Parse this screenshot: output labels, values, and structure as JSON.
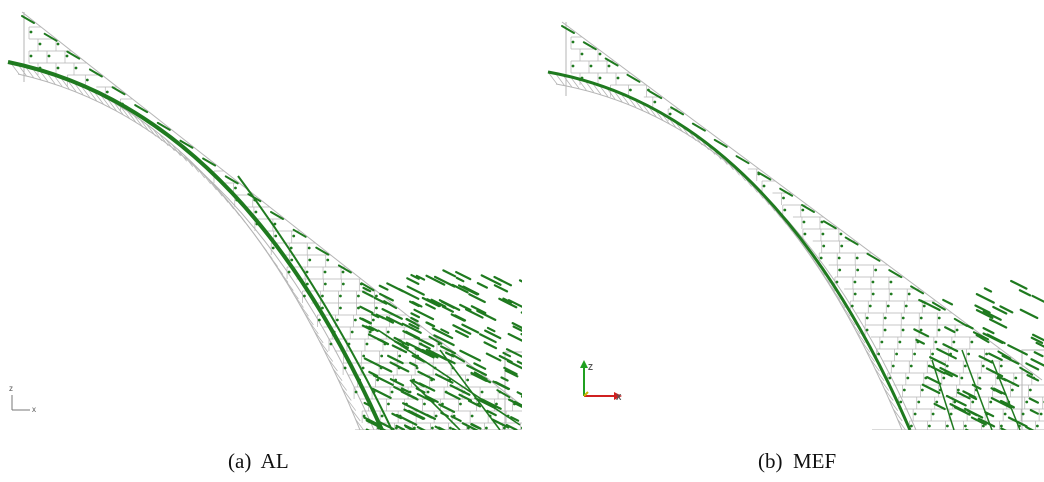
{
  "panels": [
    {
      "id": "a",
      "caption": "(a)  AL"
    },
    {
      "id": "b",
      "caption": "(b)  MEF"
    }
  ],
  "axes_a": {
    "z_label": "z",
    "x_label": "x"
  },
  "axes_b": {
    "z_label": "Z",
    "x_label": "X"
  },
  "colors": {
    "crack": "#1f7a1f",
    "mesh": "#b5b5b5",
    "axis_x": "#d02020",
    "axis_y": "#c8b400",
    "axis_z": "#20a020"
  }
}
